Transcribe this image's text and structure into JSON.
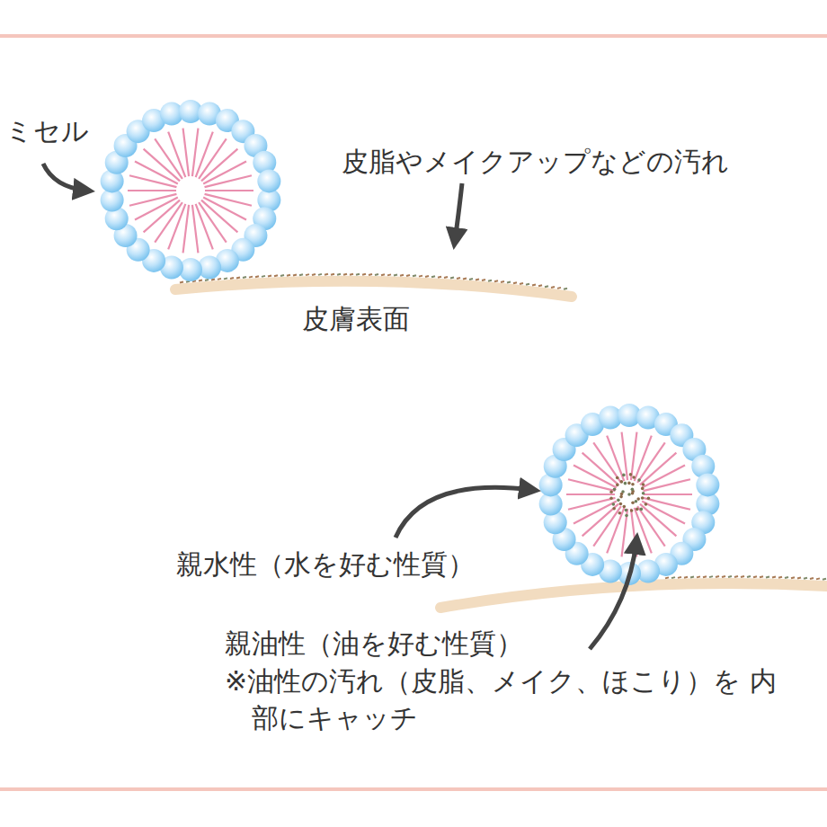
{
  "diagram": {
    "labels": [
      "ミセル",
      "皮脂やメイクアップなどの汚れ",
      "皮膚表面",
      "親水性（水を好む性質）",
      "親油性（油を好む性質）",
      "※油性の汚れ（皮脂、メイク、ほこり）を 内部にキャッチ"
    ]
  }
}
